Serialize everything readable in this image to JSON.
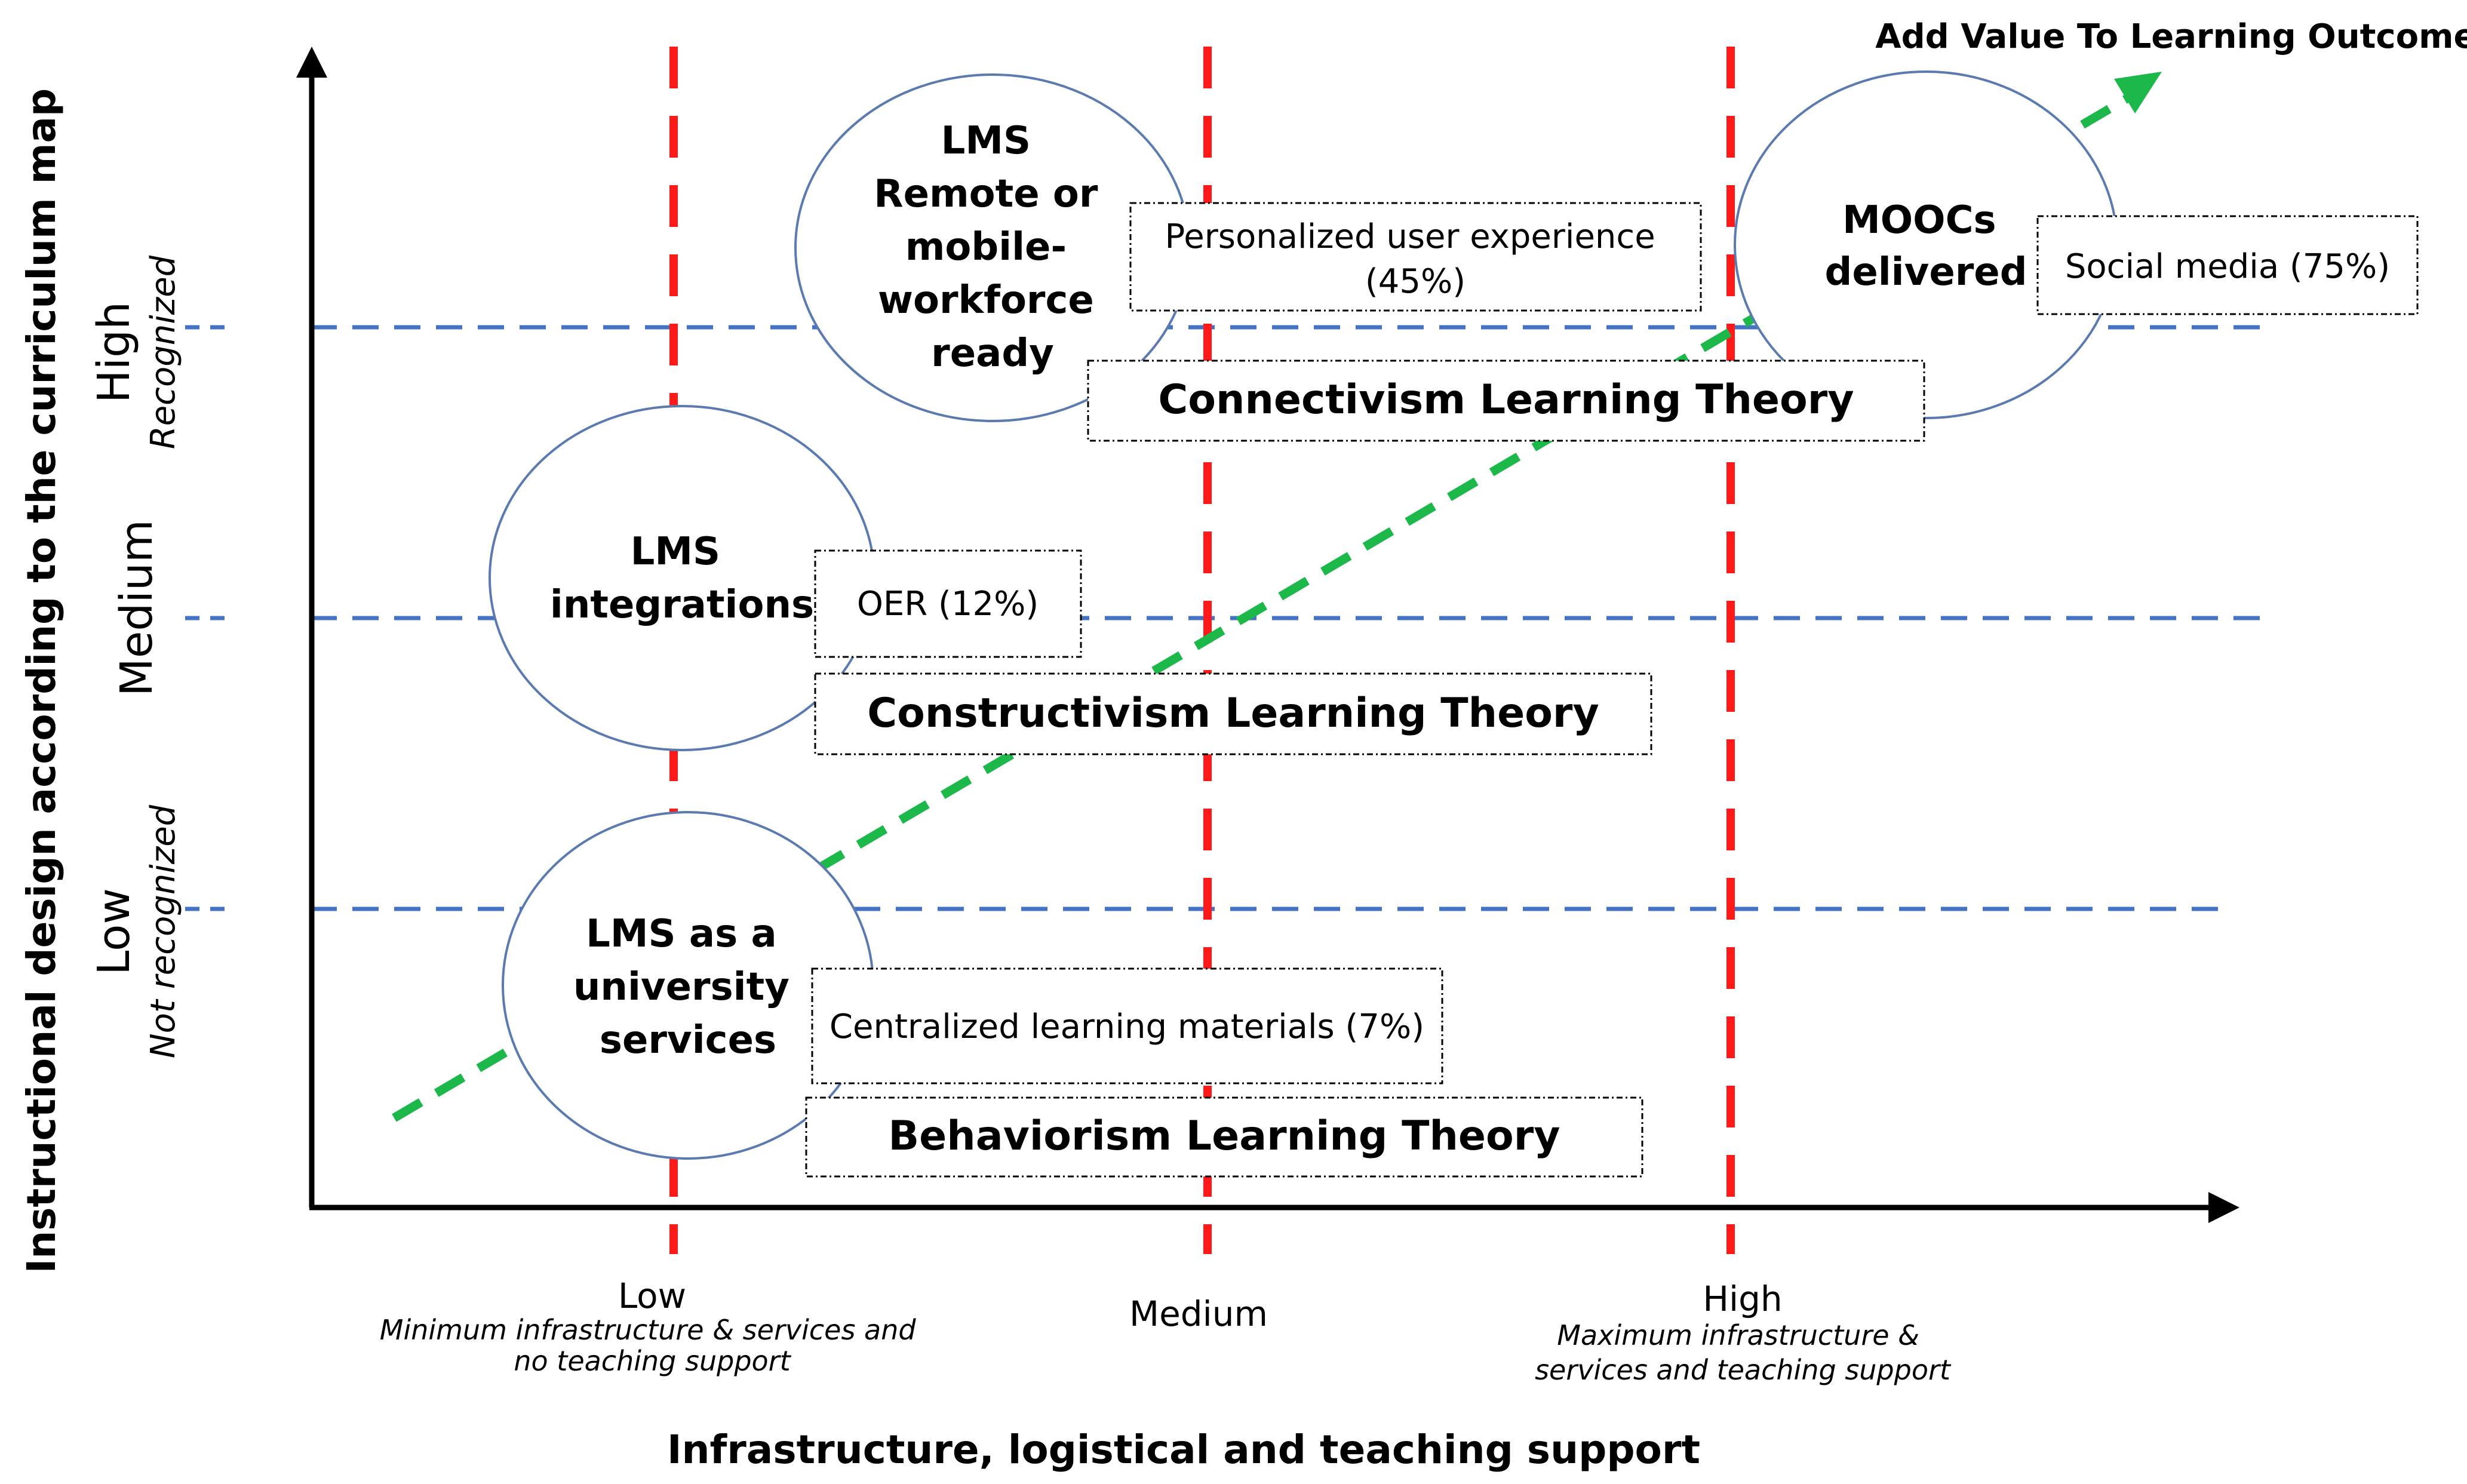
{
  "colors": {
    "axis": "#000000",
    "vertical_guides": "#ff1a1a",
    "horizontal_guides": "#4472c4",
    "trend": "#1cb84a",
    "bubble_stroke": "#5b7ab0",
    "box_border": "#000000"
  },
  "x_axis": {
    "title": "Infrastructure, logistical and teaching support",
    "levels": [
      {
        "label": "Low",
        "sub": [
          "Minimum infrastructure & services and",
          "no teaching support"
        ]
      },
      {
        "label": "Medium",
        "sub": []
      },
      {
        "label": "High",
        "sub": [
          "Maximum infrastructure &",
          "services and teaching support"
        ]
      }
    ]
  },
  "y_axis": {
    "title": "Instructional design according to the curriculum map",
    "levels": [
      {
        "label": "Low",
        "sub": "Not recognized"
      },
      {
        "label": "Medium",
        "sub": ""
      },
      {
        "label": "High",
        "sub": "Recognized"
      }
    ]
  },
  "bubbles": [
    {
      "lines": [
        "LMS as a",
        "university",
        "services"
      ]
    },
    {
      "lines": [
        "LMS",
        "integrations"
      ]
    },
    {
      "lines": [
        "LMS",
        "Remote or",
        "mobile-",
        "workforce",
        "ready"
      ]
    },
    {
      "lines": [
        "MOOCs",
        "delivered"
      ]
    }
  ],
  "stat_boxes": [
    {
      "lines": [
        "Centralized learning materials (7%)"
      ]
    },
    {
      "lines": [
        "OER (12%)"
      ]
    },
    {
      "lines": [
        "Personalized user experience",
        "(45%)"
      ]
    },
    {
      "lines": [
        "Social media (75%)"
      ]
    }
  ],
  "theory_boxes": [
    {
      "label": "Behaviorism Learning Theory"
    },
    {
      "label": "Constructivism Learning Theory"
    },
    {
      "label": "Connectivism Learning Theory"
    }
  ],
  "trend": {
    "label": "Add Value To Learning Outcomes"
  }
}
